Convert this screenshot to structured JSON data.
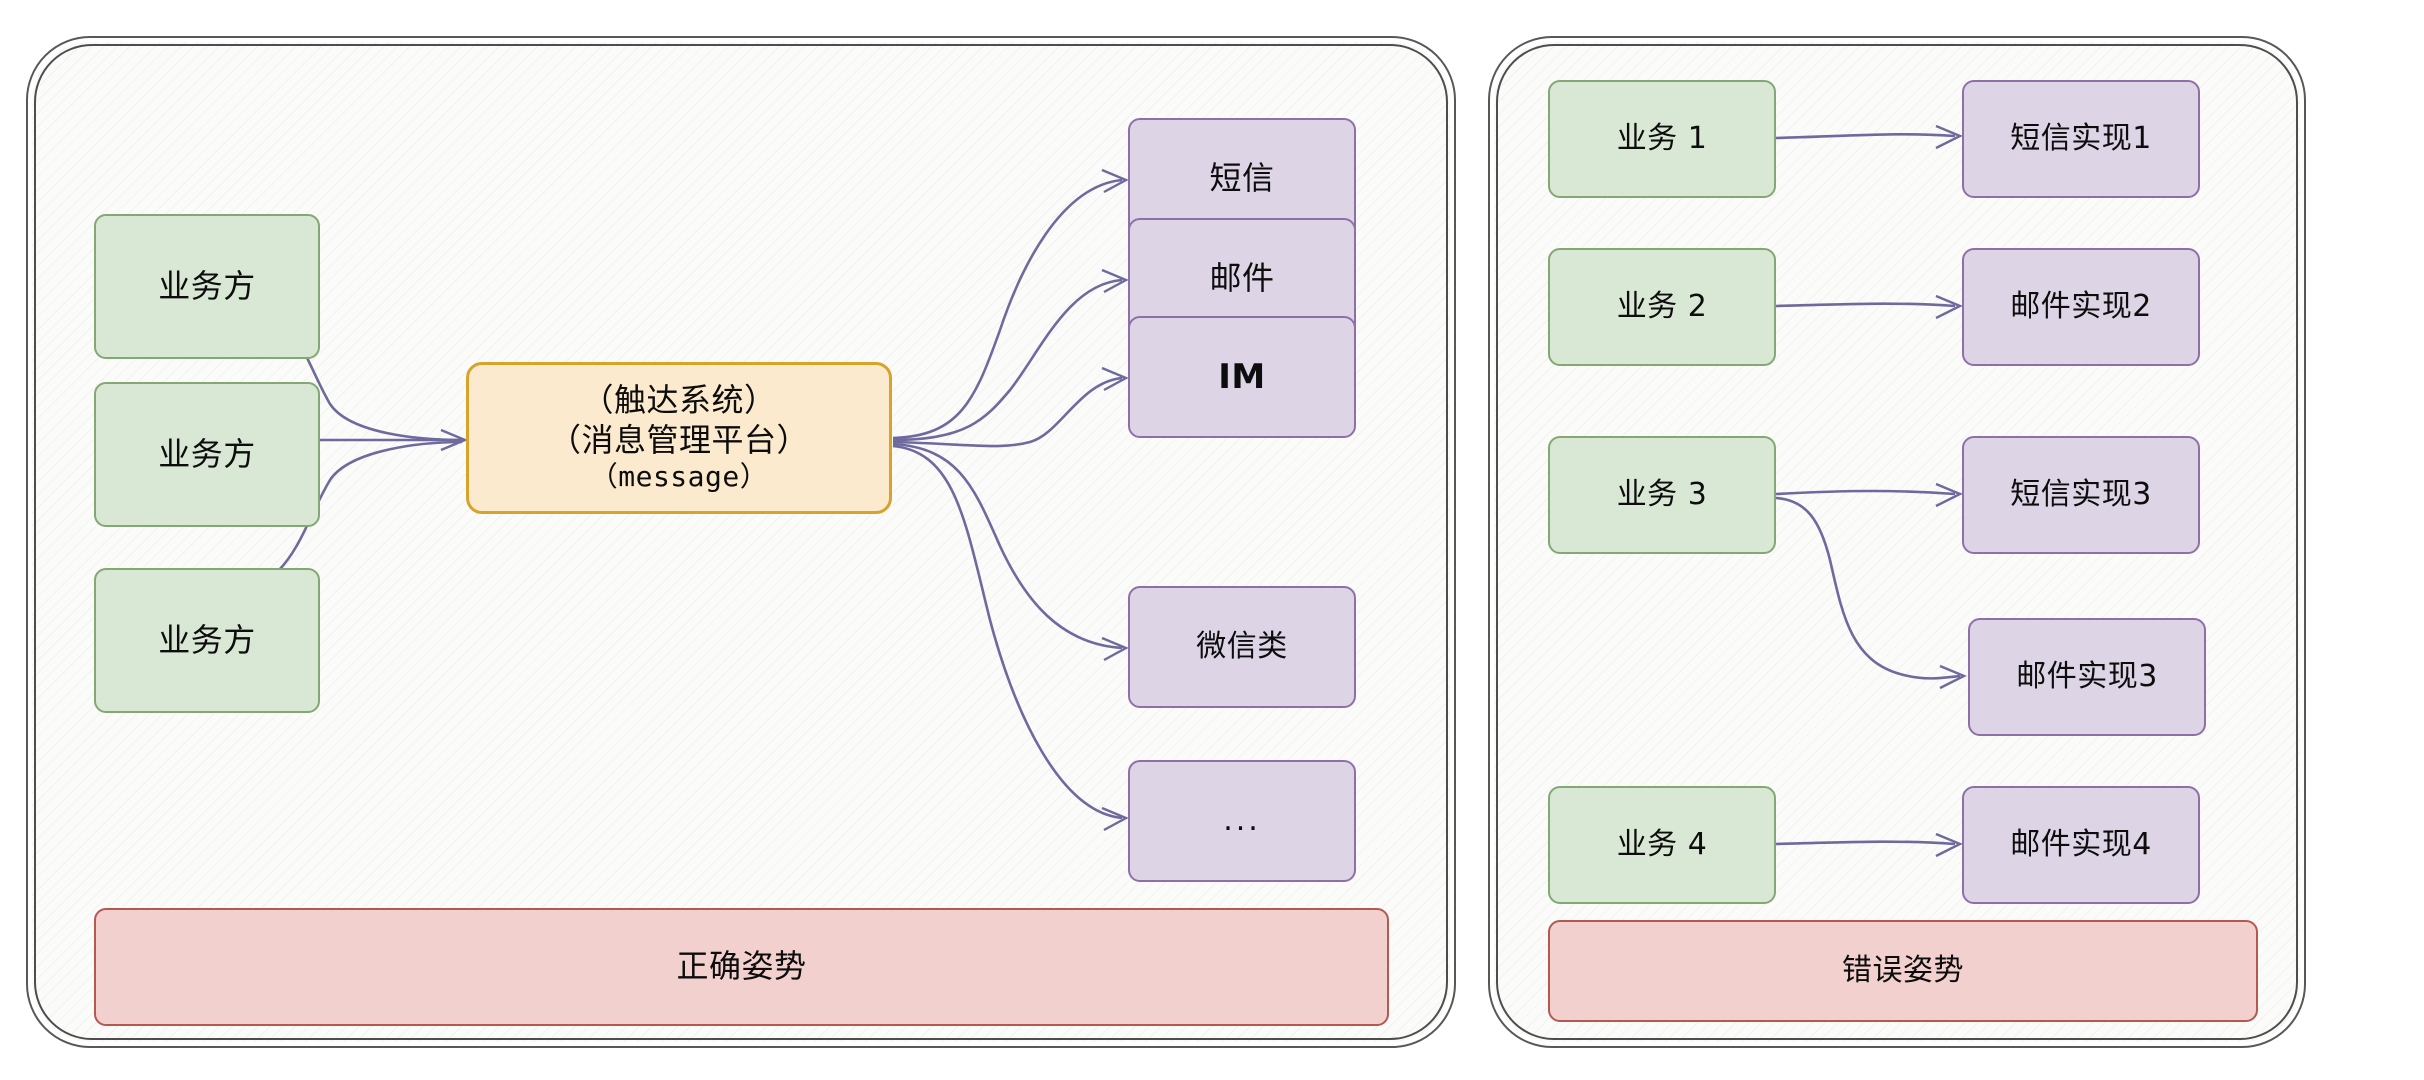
{
  "diagram": {
    "title_visible": false,
    "colors": {
      "panel_bg": "#fbfbf9",
      "panel_border": "#4d4d4d",
      "source_fill": "#d9e7d5",
      "source_border": "#83a873",
      "hub_fill": "#fceace",
      "hub_border": "#d6a32b",
      "channel_fill": "#ddd5e6",
      "channel_border": "#8f6fa8",
      "banner_fill": "#f2d0ce",
      "banner_border": "#b45852",
      "edge": "#6f6a9e"
    }
  },
  "left_panel": {
    "name": "correct-pattern-panel",
    "sources": [
      {
        "label": "业务方"
      },
      {
        "label": "业务方"
      },
      {
        "label": "业务方"
      }
    ],
    "hub": {
      "line1": "（触达系统）",
      "line2": "（消息管理平台）",
      "line3": "（message）"
    },
    "channels": [
      {
        "label": "短信"
      },
      {
        "label": "邮件"
      },
      {
        "label": "IM"
      },
      {
        "label": "微信类"
      },
      {
        "label": "..."
      }
    ],
    "banner": {
      "label": "正确姿势"
    },
    "edges": [
      {
        "from": "业务方 (1)",
        "to": "（触达系统）"
      },
      {
        "from": "业务方 (2)",
        "to": "（触达系统）"
      },
      {
        "from": "业务方 (3)",
        "to": "（触达系统）"
      },
      {
        "from": "（触达系统）",
        "to": "短信"
      },
      {
        "from": "（触达系统）",
        "to": "邮件"
      },
      {
        "from": "（触达系统）",
        "to": "IM"
      },
      {
        "from": "（触达系统）",
        "to": "微信类"
      },
      {
        "from": "（触达系统）",
        "to": "..."
      }
    ]
  },
  "right_panel": {
    "name": "wrong-pattern-panel",
    "sources": [
      {
        "label": "业务 1"
      },
      {
        "label": "业务 2"
      },
      {
        "label": "业务 3"
      },
      {
        "label": "业务 4"
      }
    ],
    "implementations": [
      {
        "label": "短信实现1"
      },
      {
        "label": "邮件实现2"
      },
      {
        "label": "短信实现3"
      },
      {
        "label": "邮件实现3"
      },
      {
        "label": "邮件实现4"
      }
    ],
    "banner": {
      "label": "错误姿势"
    },
    "edges": [
      {
        "from": "业务 1",
        "to": "短信实现1"
      },
      {
        "from": "业务 2",
        "to": "邮件实现2"
      },
      {
        "from": "业务 3",
        "to": "短信实现3"
      },
      {
        "from": "业务 3",
        "to": "邮件实现3"
      },
      {
        "from": "业务 4",
        "to": "邮件实现4"
      }
    ]
  }
}
